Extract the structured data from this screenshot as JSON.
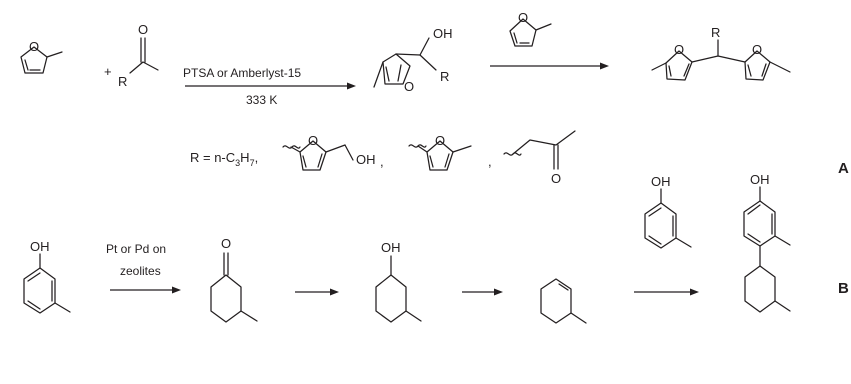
{
  "scheme_a": {
    "aldehyde_o": "O",
    "aldehyde_r": "R",
    "plus": "+",
    "cond_top": "PTSA or Amberlyst-15",
    "cond_bottom": "333 K",
    "intermediate_oh": "OH",
    "intermediate_r": "R",
    "product_r": "R",
    "furan_o": "O",
    "r_def_prefix": "R = n-C",
    "r_def_sub": "3",
    "r_def_suffix": "H",
    "r_def_sub2": "7",
    "r_def_comma": ",",
    "sub1_oh": "OH",
    "comma": ",",
    "sub3_o": "O",
    "panel": "A"
  },
  "scheme_b": {
    "phenol_oh": "OH",
    "cond_top": "Pt or Pd on",
    "cond_bottom": "zeolites",
    "ketone_o": "O",
    "alcohol_oh": "OH",
    "cresol_oh": "OH",
    "product_oh": "OH",
    "panel": "B"
  }
}
